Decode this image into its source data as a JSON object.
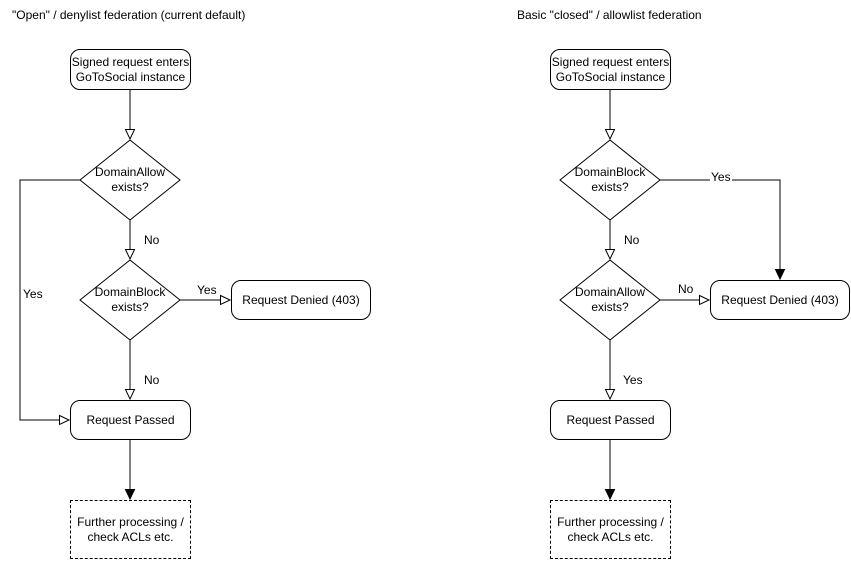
{
  "colors": {
    "stroke": "#000000",
    "node_fill": "#ffffff",
    "text": "#000000",
    "background": "#ffffff"
  },
  "left_chart": {
    "title": "\"Open\" / denylist federation (current default)",
    "nodes": {
      "start": "Signed request enters\nGoToSocial instance",
      "decision_allow": "DomainAllow\nexists?",
      "decision_block": "DomainBlock\nexists?",
      "denied": "Request Denied (403)",
      "passed": "Request Passed",
      "further": "Further processing /\ncheck ACLs etc."
    },
    "edge_labels": {
      "allow_no": "No",
      "allow_yes": "Yes",
      "block_yes": "Yes",
      "block_no": "No"
    }
  },
  "right_chart": {
    "title": "Basic \"closed\" / allowlist federation",
    "nodes": {
      "start": "Signed request enters\nGoToSocial instance",
      "decision_block": "DomainBlock\nexists?",
      "decision_allow": "DomainAllow\nexists?",
      "denied": "Request Denied (403)",
      "passed": "Request Passed",
      "further": "Further processing /\ncheck ACLs etc."
    },
    "edge_labels": {
      "block_yes": "Yes",
      "block_no": "No",
      "allow_no": "No",
      "allow_yes": "Yes"
    }
  }
}
